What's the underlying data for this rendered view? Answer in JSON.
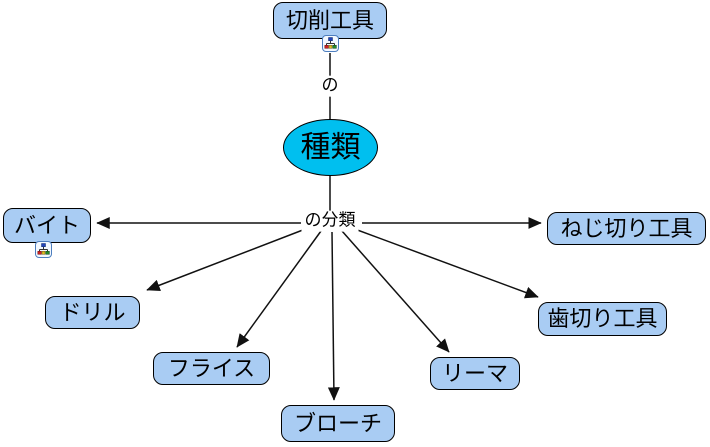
{
  "diagram": {
    "type": "concept-map",
    "root": {
      "label": "切削工具",
      "icon": "concept-map-icon"
    },
    "top_link": {
      "label": "の"
    },
    "focus": {
      "label": "種類"
    },
    "branch_link": {
      "label": "の分類"
    },
    "branches": [
      {
        "label": "バイト",
        "icon": "concept-map-icon"
      },
      {
        "label": "ドリル"
      },
      {
        "label": "フライス"
      },
      {
        "label": "ブローチ"
      },
      {
        "label": "リーマ"
      },
      {
        "label": "歯切り工具"
      },
      {
        "label": "ねじ切り工具"
      }
    ],
    "colors": {
      "concept_fill": "#A9CCF3",
      "concept_border": "#000000",
      "focus_fill": "#00BFEF",
      "line": "#111111",
      "background": "#FFFFFF"
    }
  }
}
